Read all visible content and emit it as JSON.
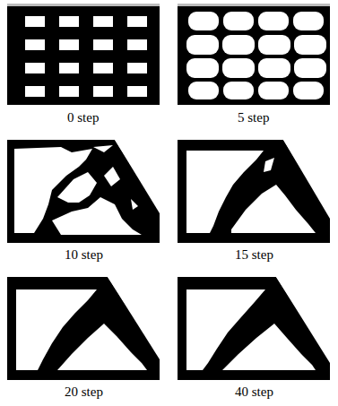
{
  "diagram": {
    "labels": [
      "0 step",
      "5 step",
      "10 step",
      "15 step",
      "20 step",
      "40 step"
    ]
  }
}
